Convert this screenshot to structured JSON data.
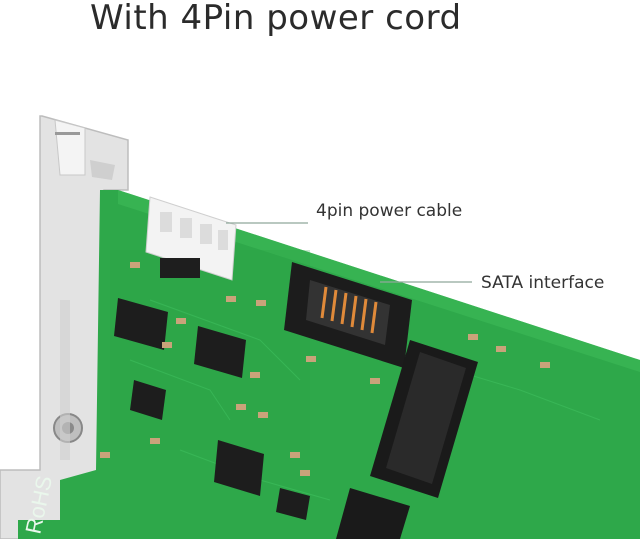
{
  "title": "With 4Pin power cord",
  "callouts": {
    "power": "4pin power cable",
    "sata": "SATA interface"
  },
  "board_text": {
    "rohs": "RoHS"
  },
  "colors": {
    "pcb": "#2ea84a",
    "pcb_dark": "#1f8a37",
    "bracket": "#d9d9d9",
    "leader_line": "#8fa89a"
  }
}
